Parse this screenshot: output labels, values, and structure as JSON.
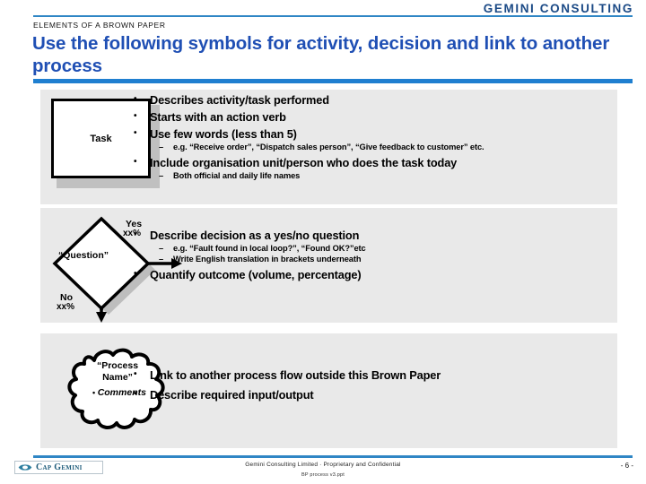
{
  "header": {
    "brand": "GEMINI CONSULTING",
    "eyebrow": "ELEMENTS OF A BROWN PAPER",
    "title": "Use the following symbols for activity, decision and link to another process",
    "accent_color": "#2f86c5",
    "title_color": "#1f4fb4"
  },
  "panels": [
    {
      "id": "task",
      "shape": "rectangle",
      "shape_label": "Task",
      "bullets": [
        {
          "level": 1,
          "text": "Describes activity/task performed"
        },
        {
          "level": 1,
          "text": "Starts with an action verb"
        },
        {
          "level": 1,
          "text": "Use few words (less than 5)"
        },
        {
          "level": 2,
          "text": "e.g. “Receive order”, “Dispatch sales person”, “Give feedback to customer” etc."
        },
        {
          "level": 1,
          "text": "Include organisation unit/person who does the task today"
        },
        {
          "level": 2,
          "text": "Both official and daily life names"
        }
      ]
    },
    {
      "id": "decision",
      "shape": "diamond",
      "shape_label": "“Question”",
      "branch_yes": "Yes",
      "branch_yes_pct": "xx%",
      "branch_no": "No",
      "branch_no_pct": "xx%",
      "bullets": [
        {
          "level": 1,
          "text": "Describe decision as a yes/no question"
        },
        {
          "level": 2,
          "text": "e.g. “Fault found in local loop?”, “Found OK?”etc"
        },
        {
          "level": 2,
          "text": "Write English translation in brackets underneath"
        },
        {
          "level": 1,
          "text": "Quantify outcome (volume, percentage)"
        }
      ]
    },
    {
      "id": "link",
      "shape": "cloud",
      "shape_label_line1": "“Process",
      "shape_label_line2": "Name”",
      "shape_comment": "Comments",
      "bullets": [
        {
          "level": 1,
          "text": "Link to another process flow outside this Brown Paper"
        },
        {
          "level": 1,
          "text": "Describe required input/output"
        }
      ]
    }
  ],
  "footer": {
    "logo_text": "Cap Gemini",
    "center_text": "Gemini Consulting Limited  ·  Proprietary and Confidential",
    "file_text": "BP process v3.ppt",
    "page_number": "- 6 -"
  }
}
